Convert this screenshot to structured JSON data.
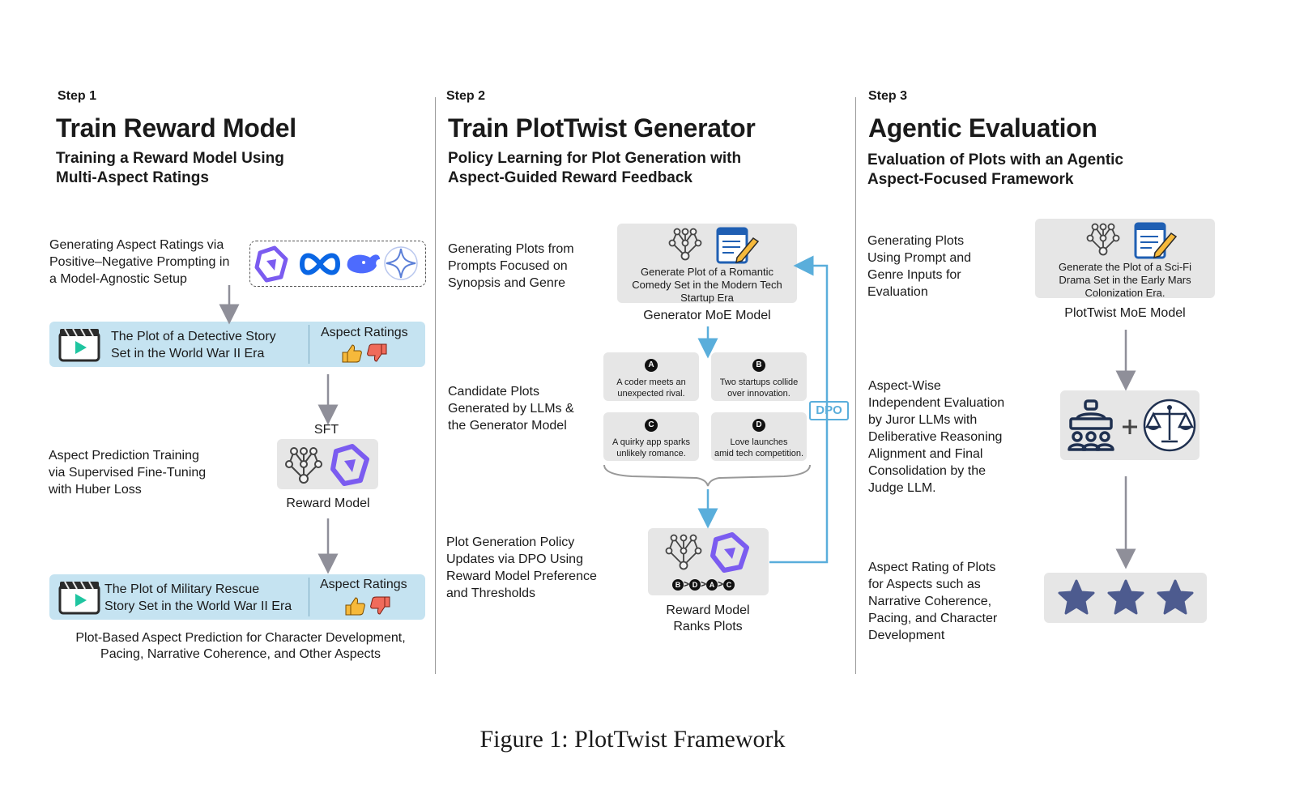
{
  "caption": "Figure 1: PlotTwist Framework",
  "step1": {
    "step_label": "Step 1",
    "title": "Train Reward Model",
    "subtitle_line1": "Training a Reward Model Using",
    "subtitle_line2": "Multi-Aspect Ratings",
    "desc1": [
      "Generating Aspect Ratings via",
      "Positive–Negative Prompting in",
      "a Model-Agnostic Setup"
    ],
    "plot1": [
      "The Plot of a Detective Story",
      "Set in the World War II Era"
    ],
    "aspect_ratings_label": "Aspect Ratings",
    "sft_label": "SFT",
    "desc2": [
      "Aspect Prediction Training",
      "via Supervised Fine-Tuning",
      "with Huber Loss"
    ],
    "reward_model_label": "Reward Model",
    "plot2": [
      "The Plot of Military Rescue",
      "Story Set in the World War II Era"
    ],
    "footer": [
      "Plot-Based Aspect Prediction for Character Development,",
      "Pacing, Narrative Coherence, and Other  Aspects"
    ]
  },
  "step2": {
    "step_label": "Step 2",
    "title": "Train PlotTwist Generator",
    "subtitle_line1": "Policy Learning for Plot Generation with",
    "subtitle_line2": "Aspect-Guided Reward Feedback",
    "desc1": [
      "Generating Plots from",
      "Prompts Focused on",
      "Synopsis and Genre"
    ],
    "prompt_text": [
      "Generate Plot of a Romantic",
      "Comedy Set in the Modern Tech",
      "Startup Era"
    ],
    "generator_label": "Generator MoE Model",
    "desc2": [
      "Candidate Plots",
      "Generated by LLMs &",
      "the Generator Model"
    ],
    "candidates": [
      {
        "letter": "A",
        "line1": "A coder meets an",
        "line2": "unexpected rival."
      },
      {
        "letter": "B",
        "line1": "Two startups collide",
        "line2": "over innovation."
      },
      {
        "letter": "C",
        "line1": "A quirky app sparks",
        "line2": "unlikely romance."
      },
      {
        "letter": "D",
        "line1": "Love launches",
        "line2": "amid tech competition."
      }
    ],
    "dpo_label": "DPO",
    "desc3": [
      "Plot Generation Policy",
      "Updates via DPO Using",
      "Reward Model Preference",
      "and Thresholds"
    ],
    "ranking": [
      "B",
      "D",
      "A",
      "C"
    ],
    "reward_rank_label": [
      "Reward Model",
      "Ranks Plots"
    ]
  },
  "step3": {
    "step_label": "Step 3",
    "title": "Agentic Evaluation",
    "subtitle_line1": "Evaluation of Plots with an Agentic",
    "subtitle_line2": "Aspect-Focused Framework",
    "desc1": [
      "Generating Plots",
      "Using Prompt and",
      "Genre Inputs for",
      "Evaluation"
    ],
    "prompt_text": [
      "Generate the Plot of a Sci-Fi",
      "Drama Set in the Early Mars",
      "Colonization Era."
    ],
    "model_label": "PlotTwist MoE Model",
    "desc2": [
      "Aspect-Wise",
      "Independent Evaluation",
      "by Juror LLMs with",
      "Deliberative Reasoning",
      "Alignment and Final",
      "Consolidation by the",
      "Judge LLM."
    ],
    "desc3": [
      "Aspect Rating of Plots",
      "for Aspects such as",
      "Narrative Coherence,",
      "Pacing, and Character",
      "Development"
    ]
  },
  "colors": {
    "accent_blue": "#5aaedb",
    "plot_box": "#c5e3f1",
    "gray_box": "#e6e6e6",
    "purple": "#7b5cf0",
    "navy": "#1f3050",
    "star": "#4d5b8f",
    "arrow_gray": "#8f8f99"
  }
}
